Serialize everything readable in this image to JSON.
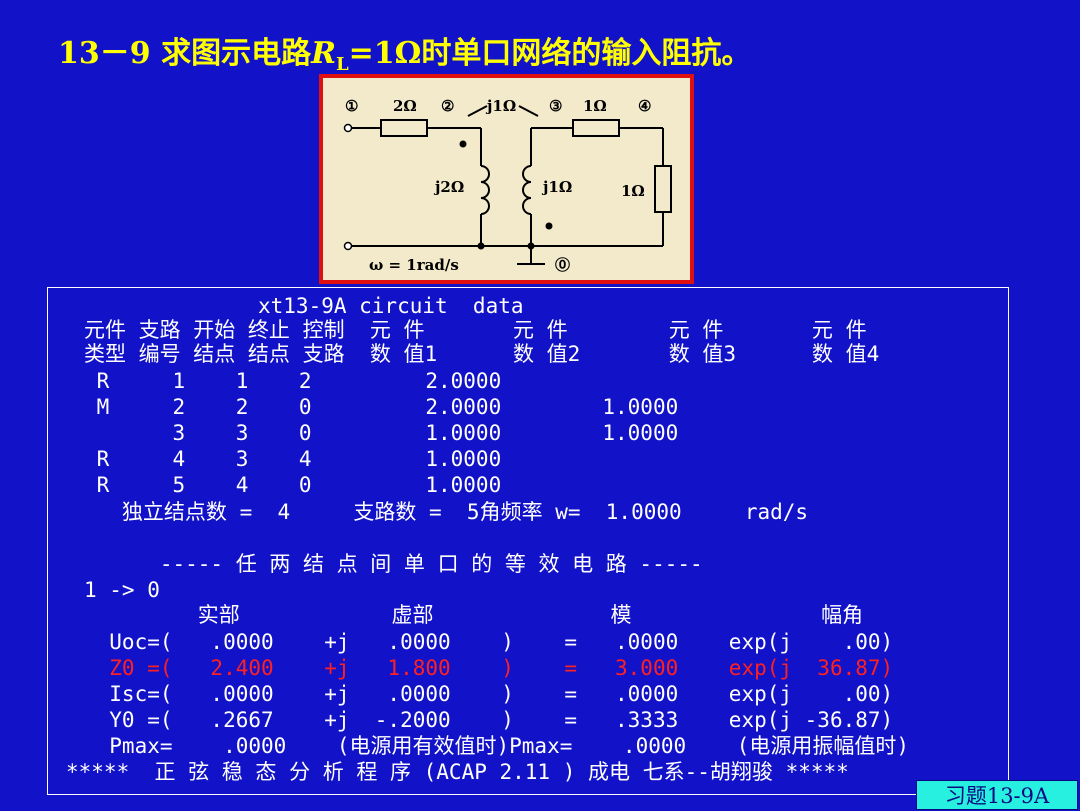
{
  "title": {
    "prefix": "13－9 求图示电路",
    "R": "R",
    "sub": "L",
    "suffix": "=1Ω时单口网络的输入阻抗。"
  },
  "circuit": {
    "node1": "①",
    "node2": "②",
    "node3": "③",
    "node4": "④",
    "node0": "⓪",
    "r2": "2Ω",
    "r1": "1Ω",
    "rl": "1Ω",
    "m": "j1Ω",
    "l1": "j2Ω",
    "l2": "j1Ω",
    "omega": "ω = 1rad/s"
  },
  "panel": {
    "header": "xt13-9A circuit  data",
    "colhead1": "元件 支路 开始 终止 控制  元 件       元 件        元 件       元 件",
    "colhead2": "类型 编号 结点 结点 支路  数 值1      数 值2       数 值3      数 值4",
    "rows": [
      " R     1    1    2         2.0000",
      " M     2    2    0         2.0000        1.0000",
      "       3    3    0         1.0000        1.0000",
      " R     4    3    4         1.0000",
      " R     5    4    0         1.0000"
    ],
    "summary": "   独立结点数 =  4     支路数 =  5角频率 w=  1.0000     rad/s",
    "section": "      ----- 任 两 结 点 间 单 口 的 等 效 电 路 -----",
    "pair": "1 -> 0",
    "reshead": "         实部            虚部              模               幅角",
    "uoc": "  Uoc=(   .0000    +j   .0000    )    =   .0000    exp(j    .00)",
    "z0": "  Z0 =(   2.400    +j   1.800    )    =   3.000    exp(j  36.87)",
    "isc": "  Isc=(   .0000    +j   .0000    )    =   .0000    exp(j    .00)",
    "y0": "  Y0 =(   .2667    +j  -.2000    )    =   .3333    exp(j -36.87)",
    "pmax": "  Pmax=    .0000    (电源用有效值时)Pmax=    .0000    (电源用振幅值时)",
    "footer": "*****  正 弦 稳 态 分 析 程 序 (ACAP 2.11 ) 成电 七系--胡翔骏 *****"
  },
  "badge": "习题13-9A",
  "colors": {
    "background": "#1212c8",
    "title": "#ffff00",
    "highlight": "#ff2020",
    "badge": "#28f0e0"
  }
}
